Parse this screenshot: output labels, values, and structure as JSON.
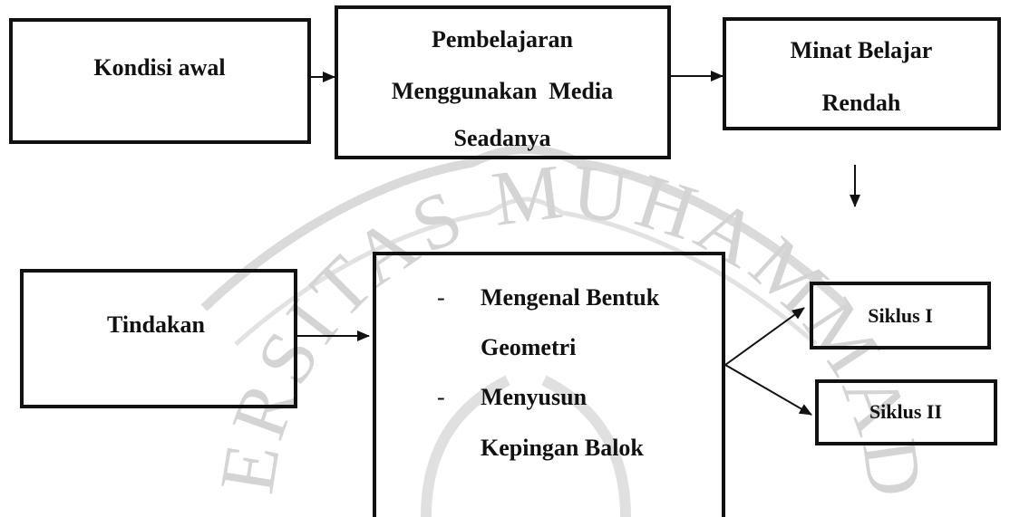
{
  "watermark": {
    "text": "UNIVERSITAS MUHAMMADIYAH",
    "color": "#d4d4d4"
  },
  "boxes": {
    "kondisi_awal": {
      "label": "Kondisi awal"
    },
    "pembelajaran": {
      "line1": "Pembelajaran",
      "line2": "Menggunakan  Media",
      "line3": "Seadanya"
    },
    "minat_belajar": {
      "line1": "Minat Belajar",
      "line2": "Rendah"
    },
    "tindakan": {
      "label": "Tindakan"
    },
    "kegiatan": {
      "item1_dash": "-",
      "item1_line1": "Mengenal Bentuk",
      "item1_line2": "Geometri",
      "item2_dash": "-",
      "item2_line1": "Menyusun",
      "item2_line2": "Kepingan Balok"
    },
    "siklus_1": {
      "label": "Siklus I"
    },
    "siklus_2": {
      "label": "Siklus II"
    }
  }
}
